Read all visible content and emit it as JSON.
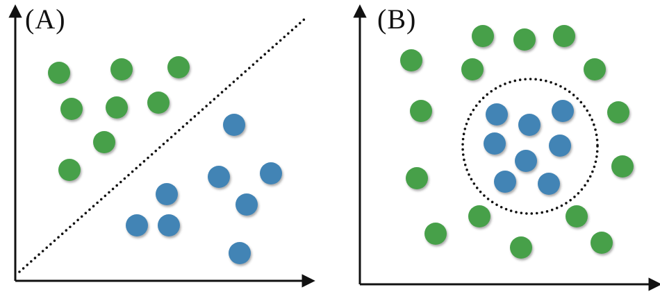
{
  "figure": {
    "background": "#ffffff",
    "axis_color": "#111111",
    "separator_color": "#111111"
  },
  "chart_data": [
    {
      "type": "scatter",
      "title": "(A)",
      "description": "Linearly separable classes divided by a dotted straight line",
      "xlabel": "",
      "ylabel": "",
      "ticks": "none",
      "legend": "none",
      "point_radius": 16,
      "axes": {
        "origin": [
          22,
          405
        ],
        "x_end": [
          446,
          405
        ],
        "y_end": [
          22,
          14
        ]
      },
      "separator": {
        "shape": "line",
        "style": "dotted",
        "from": [
          28,
          392
        ],
        "to": [
          440,
          26
        ]
      },
      "series": [
        {
          "name": "green-class",
          "color": "#46a049",
          "points": [
            [
              85,
              105
            ],
            [
              175,
              100
            ],
            [
              257,
              97
            ],
            [
              103,
              157
            ],
            [
              168,
              155
            ],
            [
              228,
              148
            ],
            [
              150,
              205
            ],
            [
              100,
              245
            ]
          ]
        },
        {
          "name": "blue-class",
          "color": "#4284b5",
          "points": [
            [
              337,
              180
            ],
            [
              315,
              255
            ],
            [
              390,
              250
            ],
            [
              240,
              280
            ],
            [
              355,
              295
            ],
            [
              197,
              325
            ],
            [
              243,
              325
            ],
            [
              345,
              365
            ]
          ]
        }
      ]
    },
    {
      "type": "scatter",
      "title": "(B)",
      "description": "Non-linearly separable classes: blue cluster enclosed by a dotted circle, surrounded by green points",
      "xlabel": "",
      "ylabel": "",
      "ticks": "none",
      "legend": "none",
      "point_radius": 16,
      "axes": {
        "origin": [
          13,
          410
        ],
        "x_end": [
          440,
          410
        ],
        "y_end": [
          13,
          14
        ]
      },
      "separator": {
        "shape": "circle",
        "style": "dotted",
        "center": [
          258,
          211
        ],
        "radius": 97
      },
      "series": [
        {
          "name": "green-class",
          "color": "#46a049",
          "points": [
            [
              190,
              52
            ],
            [
              250,
              57
            ],
            [
              307,
              52
            ],
            [
              87,
              87
            ],
            [
              175,
              100
            ],
            [
              351,
              100
            ],
            [
              101,
              160
            ],
            [
              385,
              162
            ],
            [
              95,
              257
            ],
            [
              391,
              240
            ],
            [
              122,
              337
            ],
            [
              185,
              312
            ],
            [
              325,
              312
            ],
            [
              245,
              357
            ],
            [
              361,
              350
            ]
          ]
        },
        {
          "name": "blue-class",
          "color": "#4284b5",
          "points": [
            [
              210,
              165
            ],
            [
              257,
              180
            ],
            [
              305,
              160
            ],
            [
              207,
              207
            ],
            [
              252,
              232
            ],
            [
              301,
              210
            ],
            [
              222,
              262
            ],
            [
              285,
              265
            ]
          ]
        }
      ]
    }
  ]
}
